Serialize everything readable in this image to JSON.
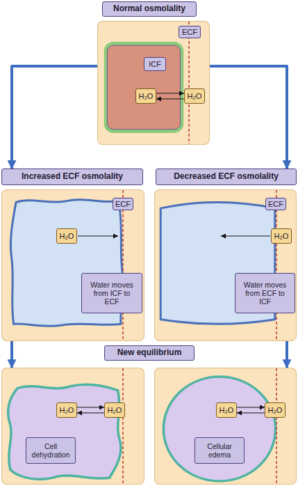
{
  "diagram": {
    "nodes": [
      {
        "text": [
          "Normal osmolality"
        ]
      },
      {
        "text": []
      },
      {
        "text": [
          "ECF"
        ],
        "in": 1
      },
      {
        "text": [],
        "in": 1
      },
      {
        "text": [
          "ICF"
        ],
        "in": 3
      },
      {
        "text": [
          "H₂O"
        ],
        "in": 3
      },
      {
        "text": [
          "H₂O"
        ],
        "in": 1
      },
      {
        "text": [
          "Increased ECF osmolality"
        ]
      },
      {
        "text": [
          "Decreased ECF osmolality"
        ]
      },
      {
        "text": []
      },
      {
        "text": [
          "ECF"
        ],
        "in": 9
      },
      {
        "text": [],
        "in": 9
      },
      {
        "text": [
          "H₂O"
        ],
        "in": 11
      },
      {
        "text": [
          "Water moves from ICF to ECF"
        ],
        "in": 9
      },
      {
        "text": []
      },
      {
        "text": [
          "ECF"
        ],
        "in": 14
      },
      {
        "text": [],
        "in": 14
      },
      {
        "text": [
          "H₂O"
        ],
        "in": 14
      },
      {
        "text": [
          "Water moves from ECF to ICF"
        ],
        "in": 14
      },
      {
        "text": [
          "New equilibrium"
        ]
      },
      {
        "text": []
      },
      {
        "text": [],
        "in": 20
      },
      {
        "text": [
          "H₂O"
        ],
        "in": 21
      },
      {
        "text": [
          "H₂O"
        ],
        "in": 20
      },
      {
        "text": [
          "Cell dehydration"
        ],
        "in": 21
      },
      {
        "text": []
      },
      {
        "text": [],
        "in": 25
      },
      {
        "text": [
          "H₂O"
        ],
        "in": 26
      },
      {
        "text": [
          "H₂O"
        ],
        "in": 25
      },
      {
        "text": [
          "Cellular edema"
        ],
        "in": 26
      }
    ],
    "edges": [
      {
        "from": 1,
        "to": 7,
        "arrow": "to"
      },
      {
        "from": 1,
        "to": 8,
        "arrow": "to"
      },
      {
        "from": 9,
        "to": 20,
        "arrow": "to"
      },
      {
        "from": 14,
        "to": 25,
        "arrow": "to"
      },
      {
        "from": 5,
        "to": 6,
        "arrow": "to"
      },
      {
        "from": 6,
        "to": 5,
        "arrow": "to"
      },
      {
        "from": 22,
        "to": 23,
        "arrow": "to"
      },
      {
        "from": 23,
        "to": 22,
        "arrow": "to"
      },
      {
        "from": 27,
        "to": 28,
        "arrow": "to"
      },
      {
        "from": 28,
        "to": 27,
        "arrow": "to"
      }
    ]
  }
}
